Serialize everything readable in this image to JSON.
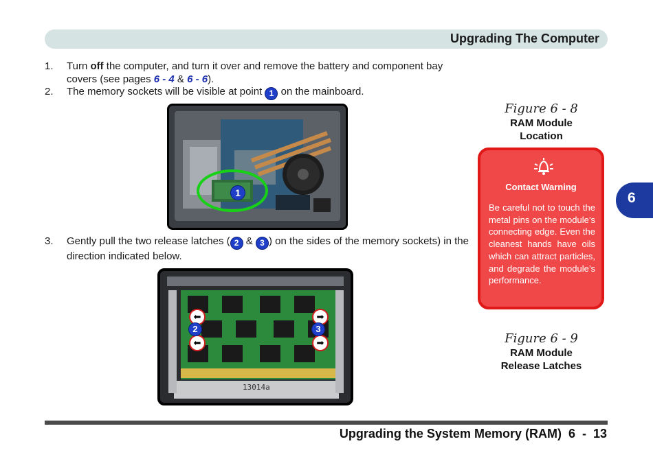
{
  "header": {
    "title": "Upgrading The Computer"
  },
  "steps": [
    {
      "num": "1.",
      "text_a": "Turn ",
      "text_bold": "off",
      "text_b": " the computer, and turn it over and remove the battery and component bay covers (see pages ",
      "ref1": "6 - 4",
      "amp": " & ",
      "ref2": "6 - 6",
      "text_c": ")."
    },
    {
      "num": "2.",
      "text_a": "The memory sockets will be visible at point ",
      "badge": "1",
      "text_b": " on the mainboard."
    },
    {
      "num": "3.",
      "text_a": "Gently pull the two release latches (",
      "badge1": "2",
      "amp": " & ",
      "badge2": "3",
      "text_b": ") on the sides of the memory sockets) in the direction indicated below."
    }
  ],
  "figure1": {
    "number": "Figure 6 - 8",
    "title_line1": "RAM Module",
    "title_line2": "Location",
    "callout": "1"
  },
  "figure2": {
    "number": "Figure 6 - 9",
    "title_line1": "RAM Module",
    "title_line2": "Release Latches",
    "callout_left": "2",
    "callout_right": "3",
    "module_label": "13014a"
  },
  "warning": {
    "title": "Contact Warning",
    "text": "Be careful not to touch the metal pins on the module’s connecting edge. Even the cleanest hands have oils which can attract particles, and degrade the module’s performance.",
    "icon": "warning-bell-icon"
  },
  "side_tab": {
    "label": "6"
  },
  "footer": {
    "text": "Upgrading the System Memory (RAM)  6  -  13"
  },
  "colors": {
    "header_bar": "#d6e3e3",
    "accent_blue": "#1c3aa0",
    "warning_red": "#f04848"
  }
}
